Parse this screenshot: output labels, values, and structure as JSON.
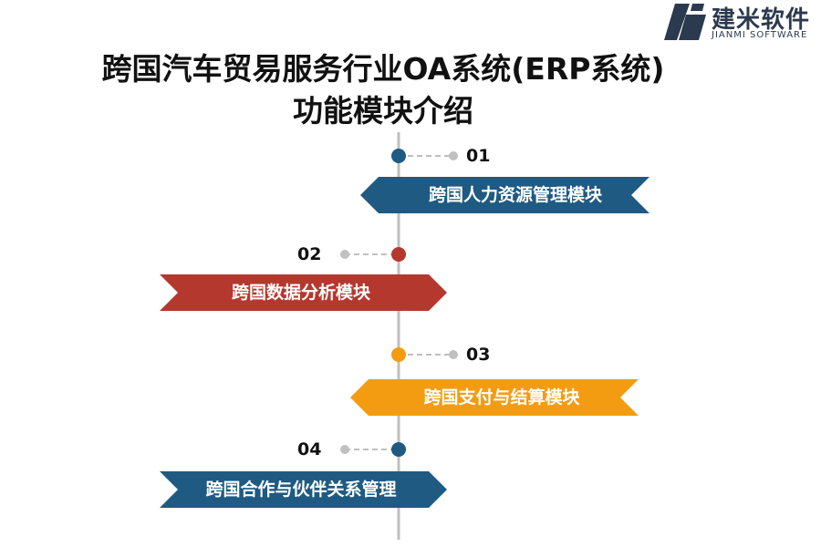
{
  "brand": {
    "name_cn": "建米软件",
    "name_en": "JIANMI SOFTWARE"
  },
  "title": {
    "line1": "跨国汽车贸易服务行业OA系统(ERP系统)",
    "line2": "功能模块介绍"
  },
  "colors": {
    "blue": "#1e5a82",
    "red": "#b5382f",
    "orange": "#f39c12",
    "axis": "#bfbfbf",
    "dot": "#c0c0c0"
  },
  "modules": [
    {
      "number": "01",
      "label": "跨国人力资源管理模块",
      "color": "#1e5a82",
      "side": "right"
    },
    {
      "number": "02",
      "label": "跨国数据分析模块",
      "color": "#b5382f",
      "side": "left"
    },
    {
      "number": "03",
      "label": "跨国支付与结算模块",
      "color": "#f39c12",
      "side": "right"
    },
    {
      "number": "04",
      "label": "跨国合作与伙伴关系管理",
      "color": "#1e5a82",
      "side": "left"
    }
  ]
}
